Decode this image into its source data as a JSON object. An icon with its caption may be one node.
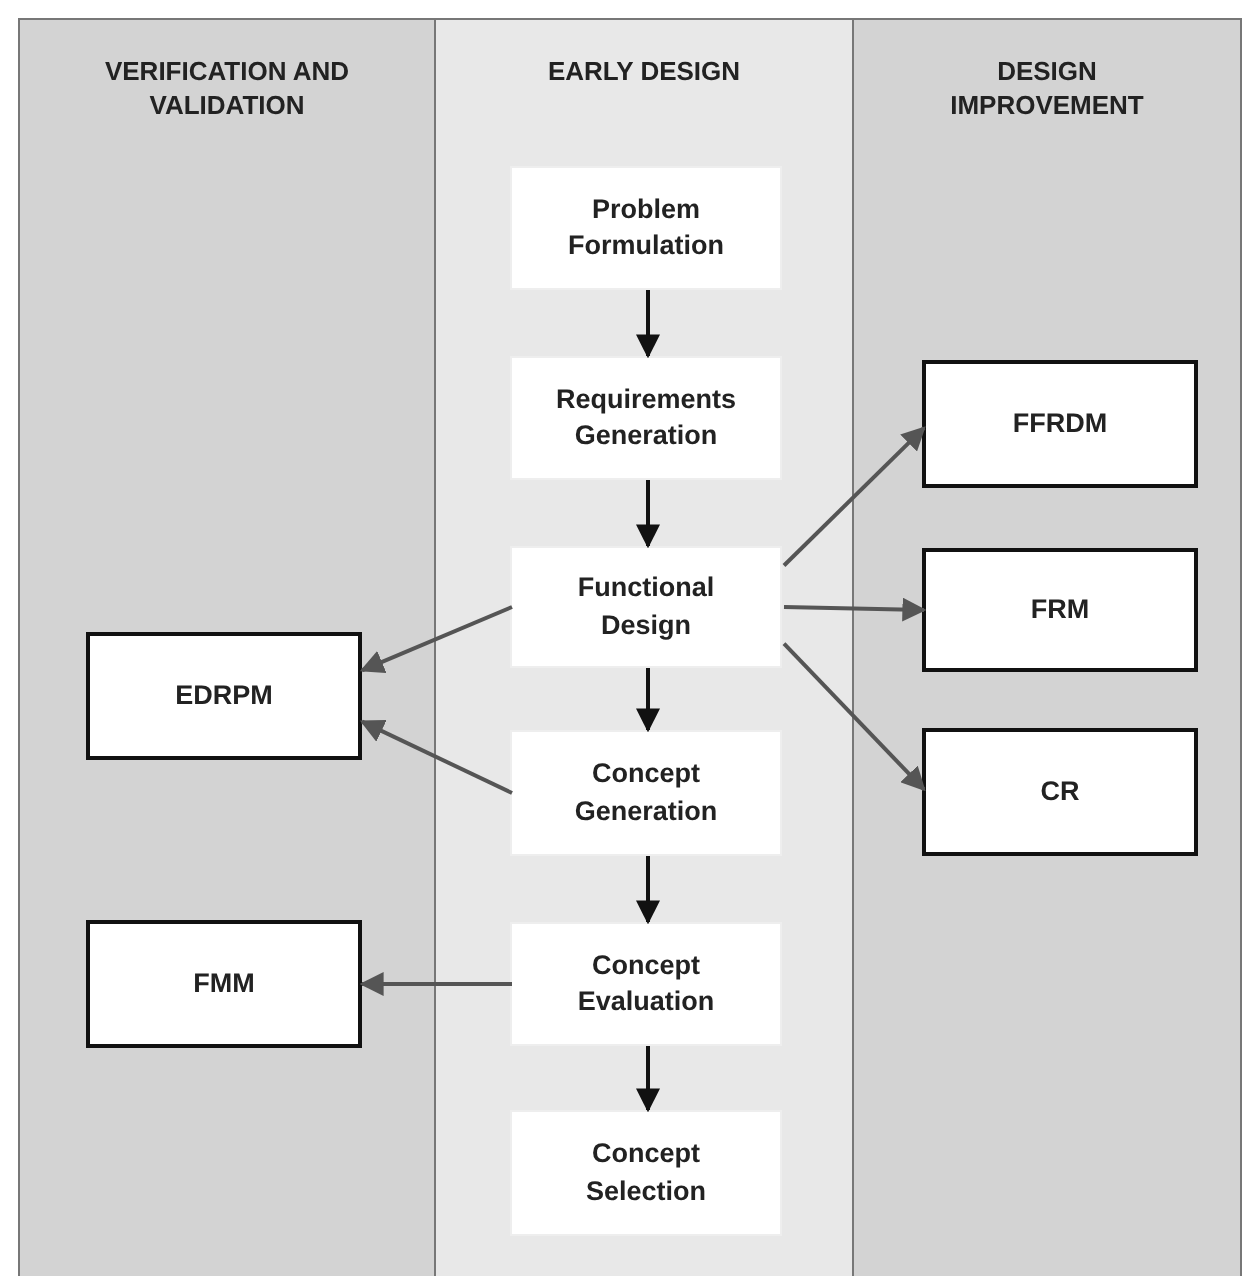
{
  "diagram": {
    "nodes": [
      {
        "text": [
          "VERIFICATION AND VALIDATION"
        ]
      },
      {
        "text": [
          "EARLY DESIGN"
        ]
      },
      {
        "text": [
          "DESIGN IMPROVEMENT"
        ]
      },
      {
        "text": [
          "Problem Formulation"
        ],
        "in": 1
      },
      {
        "text": [
          "Requirements Generation"
        ],
        "in": 1
      },
      {
        "text": [
          "Functional Design"
        ],
        "in": 1
      },
      {
        "text": [
          "Concept Generation"
        ],
        "in": 1
      },
      {
        "text": [
          "Concept Evaluation"
        ],
        "in": 1
      },
      {
        "text": [
          "Concept Selection"
        ],
        "in": 1
      },
      {
        "text": [
          "EDRPM"
        ],
        "in": 0
      },
      {
        "text": [
          "FMM"
        ],
        "in": 0
      },
      {
        "text": [
          "FFRDM"
        ],
        "in": 2
      },
      {
        "text": [
          "FRM"
        ],
        "in": 2
      },
      {
        "text": [
          "CR"
        ],
        "in": 2
      }
    ],
    "edges": [
      {
        "from": 3,
        "to": 4,
        "arrow": "to",
        "color": "#111111"
      },
      {
        "from": 4,
        "to": 5,
        "arrow": "to",
        "color": "#111111"
      },
      {
        "from": 5,
        "to": 6,
        "arrow": "to",
        "color": "#111111"
      },
      {
        "from": 6,
        "to": 7,
        "arrow": "to",
        "color": "#111111"
      },
      {
        "from": 7,
        "to": 8,
        "arrow": "to",
        "color": "#111111"
      },
      {
        "from": 5,
        "to": 11,
        "arrow": "to"
      },
      {
        "from": 5,
        "to": 12,
        "arrow": "to"
      },
      {
        "from": 5,
        "to": 13,
        "arrow": "to"
      },
      {
        "from": 5,
        "to": 9,
        "arrow": "to"
      },
      {
        "from": 6,
        "to": 9,
        "arrow": "to"
      },
      {
        "from": 7,
        "to": 10,
        "arrow": "to"
      }
    ]
  }
}
